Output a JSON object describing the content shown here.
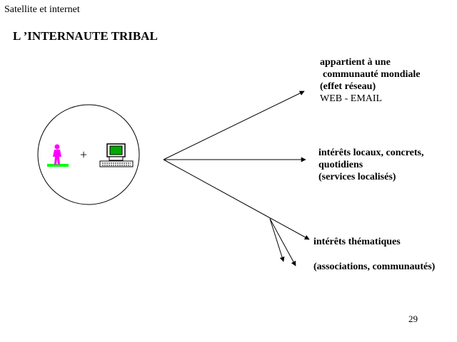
{
  "header": {
    "title": "Satellite et internet"
  },
  "slide": {
    "title": "L ’INTERNAUTE TRIBAL",
    "page_number": "29"
  },
  "diagram": {
    "operator": "+",
    "user_icon": "person-icon",
    "computer_icon": "computer-icon",
    "colors": {
      "person": "#ff00ff",
      "ground": "#00ff00",
      "screen": "#00aa00"
    },
    "branches": [
      {
        "lines": [
          "appartient à une",
          "communauté mondiale",
          "(effet réseau)",
          "WEB - EMAIL"
        ]
      },
      {
        "lines": [
          "intérêts locaux, concrets,",
          "quotidiens",
          "(services localisés)"
        ]
      },
      {
        "lines": [
          "intérêts thématiques",
          "(associations, communautés)"
        ]
      }
    ]
  }
}
